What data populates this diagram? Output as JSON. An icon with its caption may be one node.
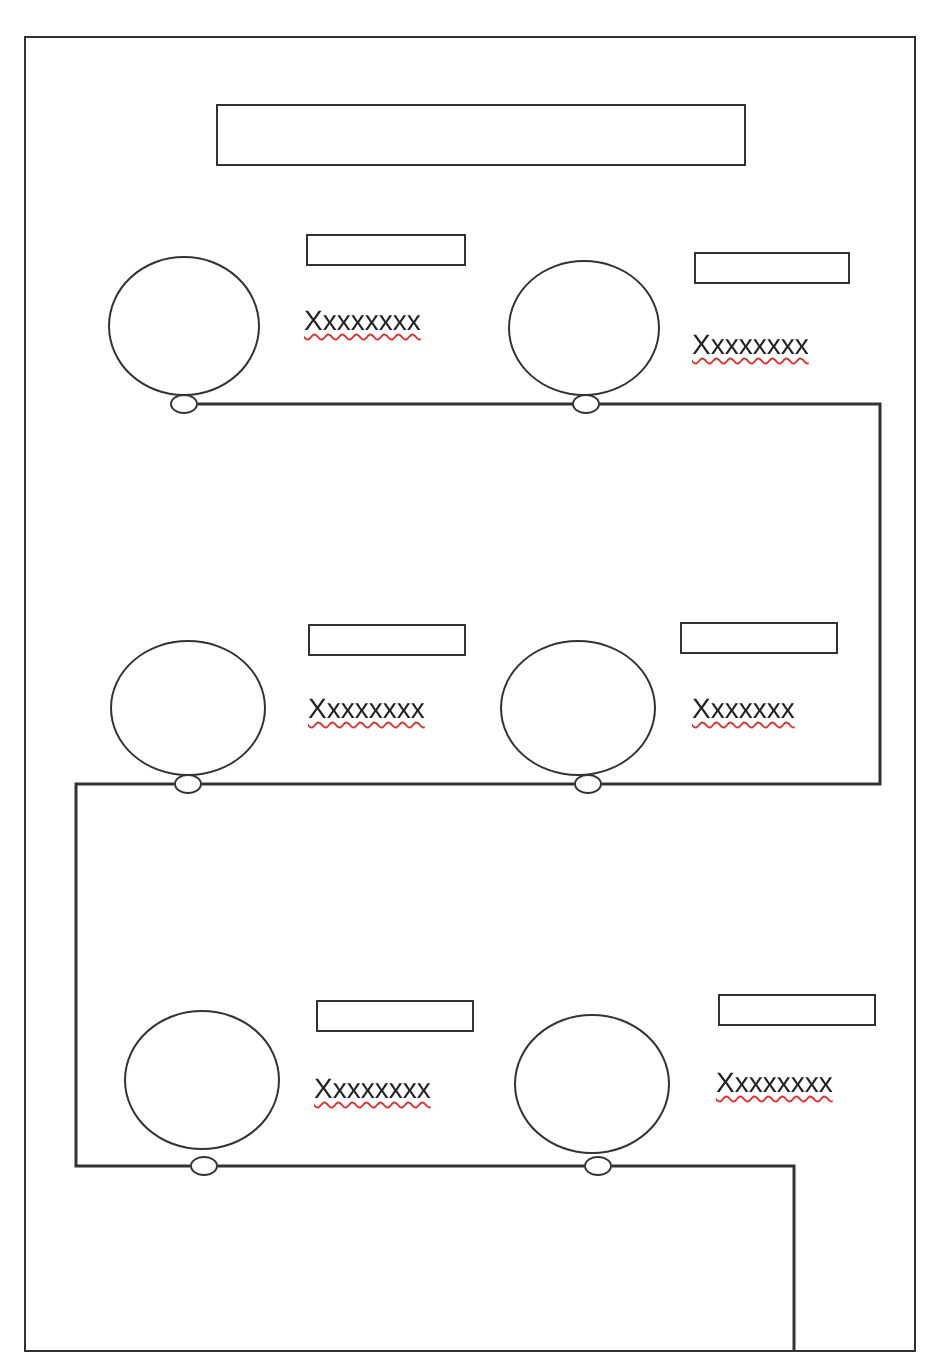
{
  "diagram": {
    "nodes": [
      {
        "text": [],
        "shape": "box"
      },
      {
        "text": [],
        "shape": "box",
        "in": 0
      },
      {
        "text": [],
        "shape": "circle",
        "in": 0
      },
      {
        "text": [],
        "shape": "box",
        "in": 0
      },
      {
        "text": [],
        "shape": "circle",
        "in": 0
      },
      {
        "text": [],
        "shape": "circle",
        "in": 0
      },
      {
        "text": [],
        "shape": "box",
        "in": 0
      },
      {
        "text": [],
        "shape": "circle",
        "in": 0
      },
      {
        "text": [],
        "shape": "circle",
        "in": 0
      },
      {
        "text": [],
        "shape": "box",
        "in": 0
      },
      {
        "text": [],
        "shape": "circle",
        "in": 0
      },
      {
        "text": [],
        "shape": "circle",
        "in": 0
      },
      {
        "text": [],
        "shape": "box",
        "in": 0
      },
      {
        "text": [],
        "shape": "circle",
        "in": 0
      },
      {
        "text": [],
        "shape": "circle",
        "in": 0
      },
      {
        "text": [],
        "shape": "box",
        "in": 0
      },
      {
        "text": [],
        "shape": "circle",
        "in": 0
      },
      {
        "text": [],
        "shape": "circle",
        "in": 0
      },
      {
        "text": [],
        "shape": "box",
        "in": 0
      },
      {
        "text": [],
        "shape": "circle",
        "in": 0
      }
    ],
    "edges": [
      {
        "from": 4,
        "to": 7,
        "arrow": "none"
      },
      {
        "from": 7,
        "to": 13,
        "arrow": "none"
      },
      {
        "from": 13,
        "to": 10,
        "arrow": "none"
      },
      {
        "from": 10,
        "to": 16,
        "arrow": "none"
      },
      {
        "from": 16,
        "to": 19,
        "arrow": "none"
      },
      {
        "from": 19,
        "to": null,
        "arrow": "none"
      }
    ],
    "labels": [
      "Xxxxxxxx",
      "Xxxxxxxx",
      "Xxxxxxxx",
      "Xxxxxxx",
      "Xxxxxxxx",
      "Xxxxxxxx"
    ]
  }
}
